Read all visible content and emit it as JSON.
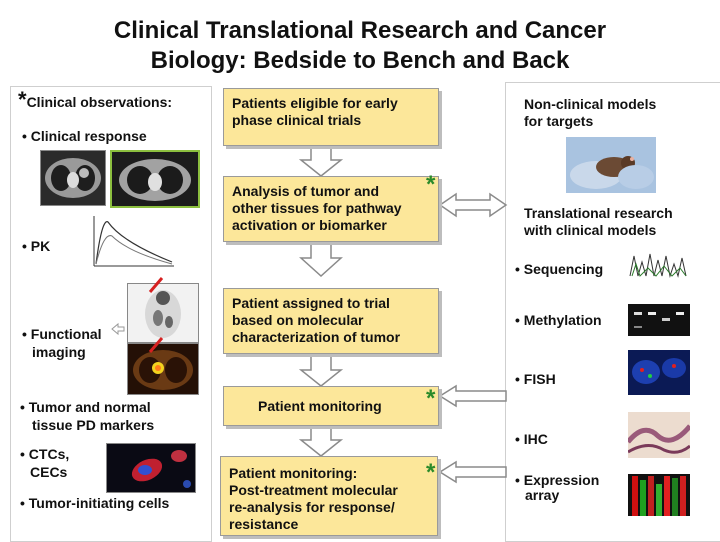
{
  "title": {
    "line1": "Clinical Translational Research and Cancer",
    "line2": "Biology: Bedside to Bench and Back"
  },
  "left": {
    "star": "*",
    "observations": "Clinical observations:",
    "clinical_response": "• Clinical  response",
    "pk": "• PK",
    "functional_imaging_1": "• Functional",
    "functional_imaging_2": "imaging",
    "tumor_normal_1": "• Tumor and normal",
    "tumor_normal_2": "tissue PD markers",
    "ctcs_1": "• CTCs,",
    "ctcs_2": "CECs",
    "tumor_initiating": "• Tumor-initiating cells"
  },
  "center": {
    "box1_1": "Patients eligible for early",
    "box1_2": "phase clinical trials",
    "box2_1": "Analysis of tumor and",
    "box2_2": "other tissues for pathway",
    "box2_3": "activation or biomarker",
    "box3_1": "Patient assigned to trial",
    "box3_2": "based on molecular",
    "box3_3": "characterization of tumor",
    "box4": "Patient monitoring",
    "box5_1": "Patient monitoring:",
    "box5_2": "Post-treatment molecular",
    "box5_3": "re-analysis for response/",
    "box5_4": "resistance",
    "star": "*"
  },
  "right": {
    "nonclinical_1": "Non-clinical models",
    "nonclinical_2": "for targets",
    "translational_1": "Translational research",
    "translational_2": "with clinical models",
    "sequencing": "• Sequencing",
    "methylation": "• Methylation",
    "fish": "• FISH",
    "ihc": "• IHC",
    "expression_1": "• Expression",
    "expression_2": "array"
  },
  "colors": {
    "box_fill": "#fce79a",
    "star_green": "#2a8a2a",
    "arrow_fill": "#ffffff"
  }
}
